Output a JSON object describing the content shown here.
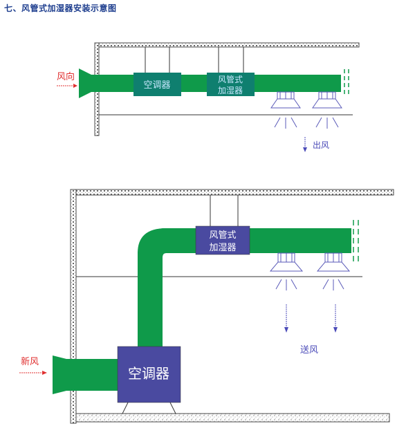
{
  "title": "七、风管式加湿器安装示意图",
  "diagram1": {
    "inlet_label": "风向",
    "ac_label": "空调器",
    "humidifier_label_line1": "风管式",
    "humidifier_label_line2": "加湿器",
    "outlet_label": "出风"
  },
  "diagram2": {
    "fresh_air_label": "新风",
    "humidifier_label_line1": "风管式",
    "humidifier_label_line2": "加湿器",
    "ac_label": "空调器",
    "supply_label": "送风"
  },
  "colors": {
    "duct": "#0f9a4a",
    "ac_box_top": "#0f7f6f",
    "unit_box": "#4a4aa0",
    "diffuser": "#5a5ab8",
    "arrow_red": "#e03030",
    "label_red": "#e03030",
    "label_blue": "#4a4ab8",
    "title": "#1f3f8f"
  }
}
